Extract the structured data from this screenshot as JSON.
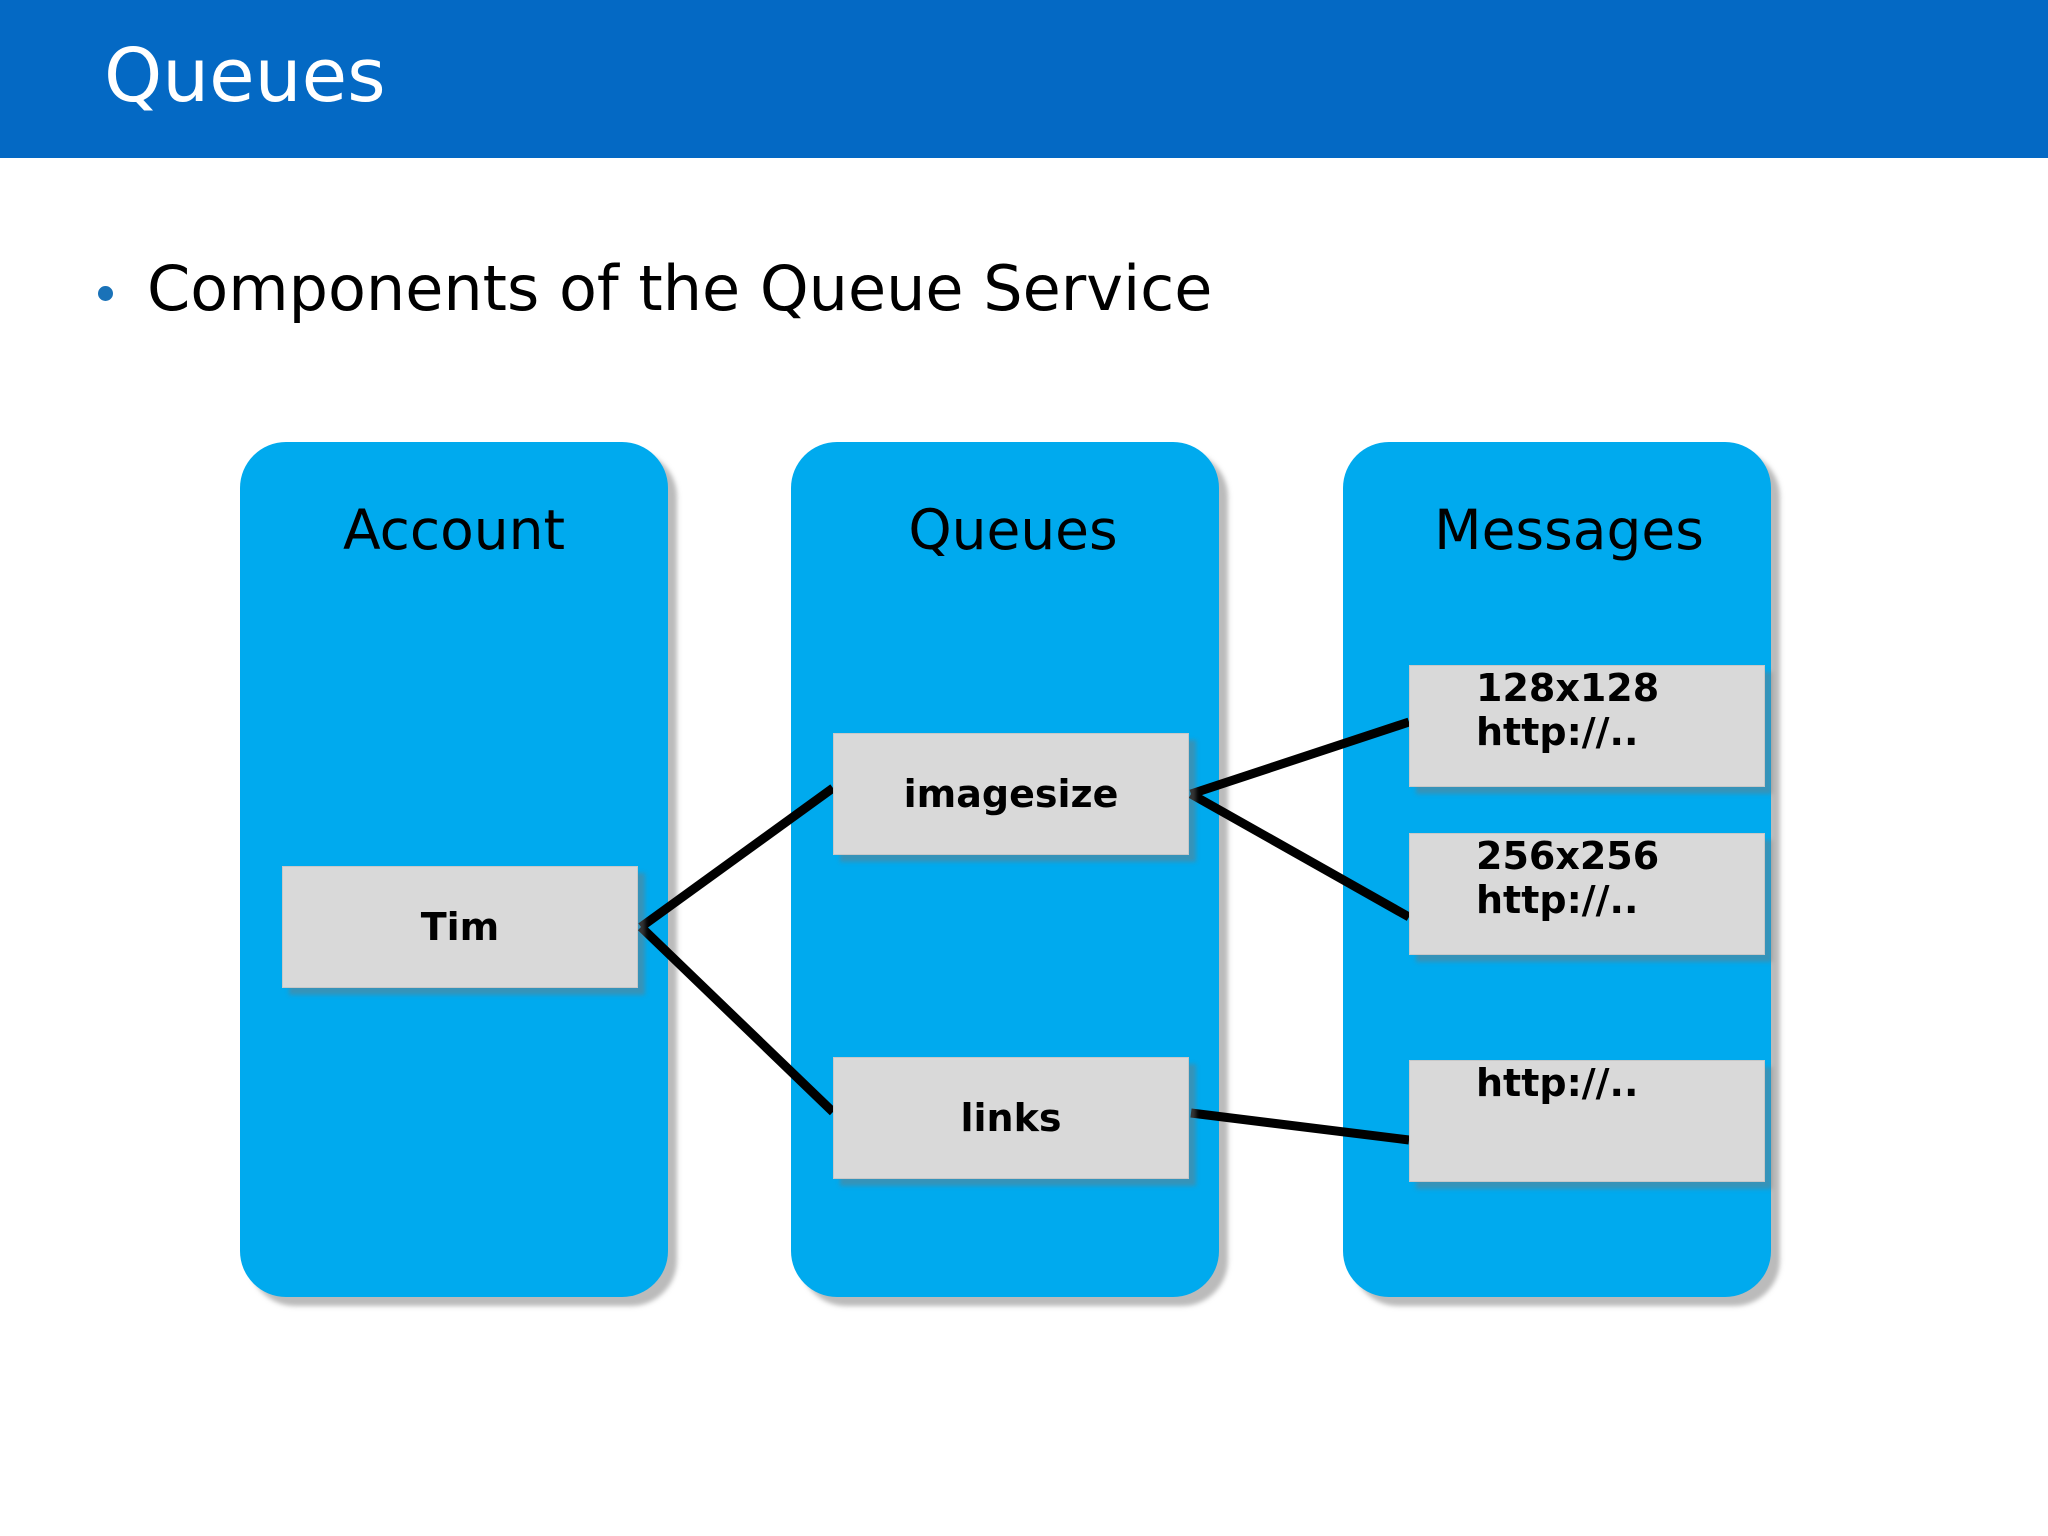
{
  "slide": {
    "title": "Queues",
    "bullet": "Components of the Queue Service",
    "colors": {
      "header_blue": "#0469c4",
      "panel_blue": "#00aaee",
      "box_gray": "#d9d9d9",
      "bullet_dot": "#1a72b8",
      "connector": "#000000",
      "text": "#000000",
      "title_text": "#ffffff"
    }
  },
  "diagram": {
    "columns": [
      {
        "title": "Account",
        "boxes": [
          {
            "lines": [
              "Tim"
            ],
            "align": "center"
          }
        ]
      },
      {
        "title": "Queues",
        "boxes": [
          {
            "lines": [
              "imagesize"
            ],
            "align": "center"
          },
          {
            "lines": [
              "links"
            ],
            "align": "center"
          }
        ]
      },
      {
        "title": "Messages",
        "boxes": [
          {
            "lines": [
              "128x128",
              "http://.."
            ],
            "align": "left"
          },
          {
            "lines": [
              "256x256",
              "http://.."
            ],
            "align": "left"
          },
          {
            "lines": [
              "http://.."
            ],
            "align": "left"
          }
        ]
      }
    ],
    "connections": [
      {
        "from": "Tim",
        "to": "imagesize"
      },
      {
        "from": "Tim",
        "to": "links"
      },
      {
        "from": "imagesize",
        "to": "128x128 http://.."
      },
      {
        "from": "imagesize",
        "to": "256x256 http://.."
      },
      {
        "from": "links",
        "to": "http://.."
      }
    ]
  }
}
